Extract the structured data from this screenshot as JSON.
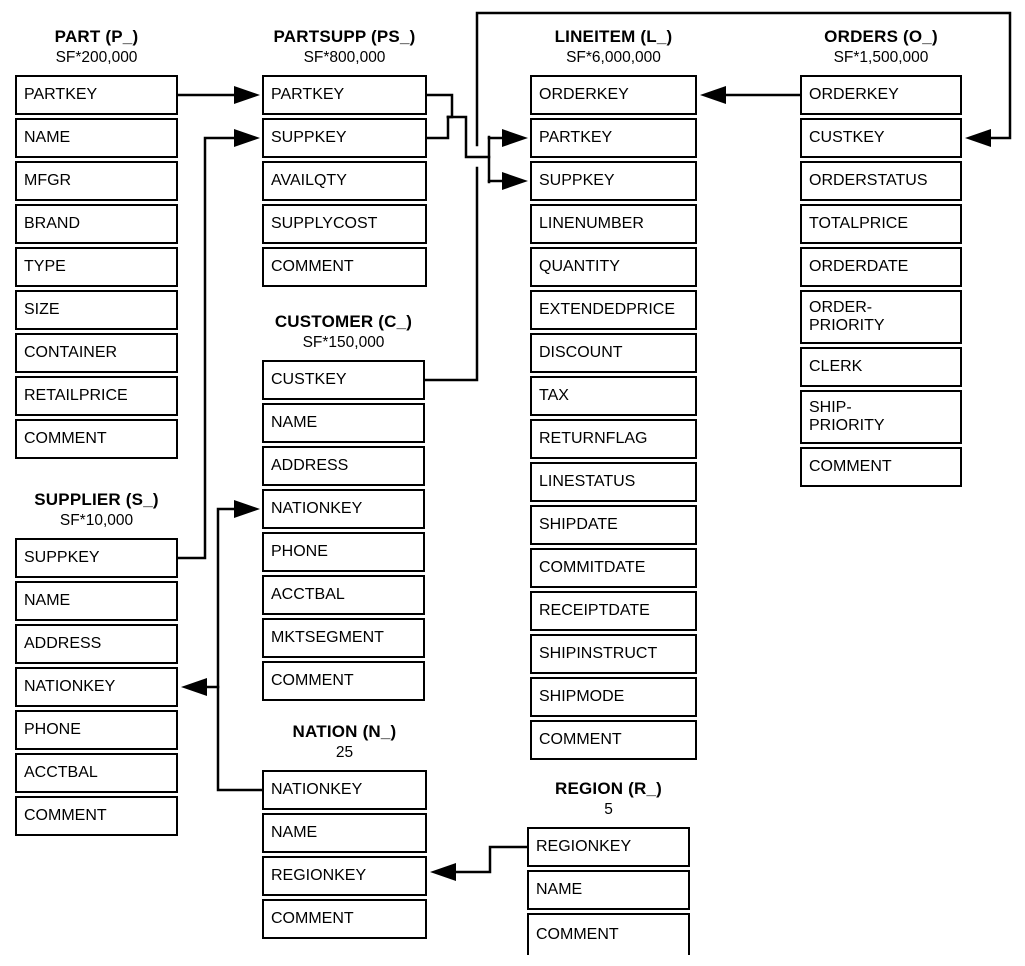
{
  "diagram": {
    "kind": "TPC-H database schema",
    "colors": {
      "line": "#000000",
      "text": "#000000",
      "background": "#ffffff"
    }
  },
  "tables": [
    {
      "id": "part",
      "title": "PART (P_)",
      "subtitle": "SF*200,000",
      "fields": [
        "PARTKEY",
        "NAME",
        "MFGR",
        "BRAND",
        "TYPE",
        "SIZE",
        "CONTAINER",
        "RETAILPRICE",
        "COMMENT"
      ]
    },
    {
      "id": "partsupp",
      "title": "PARTSUPP (PS_)",
      "subtitle": "SF*800,000",
      "fields": [
        "PARTKEY",
        "SUPPKEY",
        "AVAILQTY",
        "SUPPLYCOST",
        "COMMENT"
      ]
    },
    {
      "id": "customer",
      "title": "CUSTOMER (C_)",
      "subtitle": "SF*150,000",
      "fields": [
        "CUSTKEY",
        "NAME",
        "ADDRESS",
        "NATIONKEY",
        "PHONE",
        "ACCTBAL",
        "MKTSEGMENT",
        "COMMENT"
      ]
    },
    {
      "id": "supplier",
      "title": "SUPPLIER (S_)",
      "subtitle": "SF*10,000",
      "fields": [
        "SUPPKEY",
        "NAME",
        "ADDRESS",
        "NATIONKEY",
        "PHONE",
        "ACCTBAL",
        "COMMENT"
      ]
    },
    {
      "id": "nation",
      "title": "NATION (N_)",
      "subtitle": "25",
      "fields": [
        "NATIONKEY",
        "NAME",
        "REGIONKEY",
        "COMMENT"
      ]
    },
    {
      "id": "lineitem",
      "title": "LINEITEM (L_)",
      "subtitle": "SF*6,000,000",
      "fields": [
        "ORDERKEY",
        "PARTKEY",
        "SUPPKEY",
        "LINENUMBER",
        "QUANTITY",
        "EXTENDEDPRICE",
        "DISCOUNT",
        "TAX",
        "RETURNFLAG",
        "LINESTATUS",
        "SHIPDATE",
        "COMMITDATE",
        "RECEIPTDATE",
        "SHIPINSTRUCT",
        "SHIPMODE",
        "COMMENT"
      ]
    },
    {
      "id": "orders",
      "title": "ORDERS (O_)",
      "subtitle": "SF*1,500,000",
      "fields": [
        "ORDERKEY",
        "CUSTKEY",
        "ORDERSTATUS",
        "TOTALPRICE",
        "ORDERDATE",
        "ORDER-\nPRIORITY",
        "CLERK",
        "SHIP-\nPRIORITY",
        "COMMENT"
      ]
    },
    {
      "id": "region",
      "title": "REGION (R_)",
      "subtitle": "5",
      "fields": [
        "REGIONKEY",
        "NAME",
        "COMMENT"
      ]
    }
  ],
  "relationships": [
    {
      "from": "PART.PARTKEY",
      "to": "PARTSUPP.PARTKEY"
    },
    {
      "from": "SUPPLIER.SUPPKEY",
      "to": "PARTSUPP.SUPPKEY"
    },
    {
      "from": "PARTSUPP.PARTKEY",
      "to": "LINEITEM.PARTKEY"
    },
    {
      "from": "PARTSUPP.SUPPKEY",
      "to": "LINEITEM.SUPPKEY"
    },
    {
      "from": "ORDERS.ORDERKEY",
      "to": "LINEITEM.ORDERKEY"
    },
    {
      "from": "CUSTOMER.CUSTKEY",
      "to": "ORDERS.CUSTKEY"
    },
    {
      "from": "NATION.NATIONKEY",
      "to": "CUSTOMER.NATIONKEY"
    },
    {
      "from": "NATION.NATIONKEY",
      "to": "SUPPLIER.NATIONKEY"
    },
    {
      "from": "REGION.REGIONKEY",
      "to": "NATION.REGIONKEY"
    }
  ]
}
